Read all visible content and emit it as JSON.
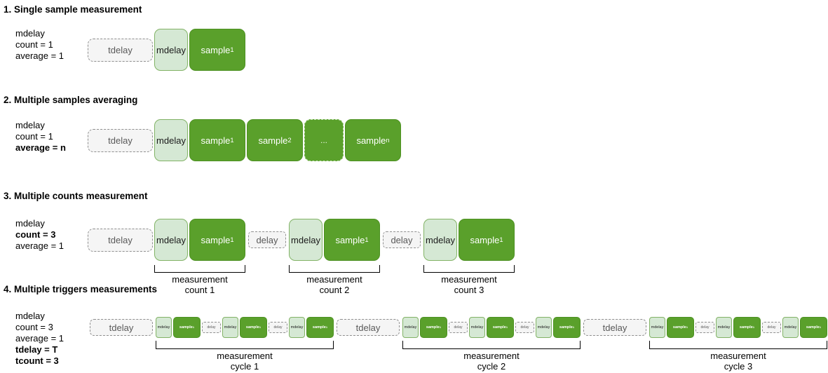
{
  "colors": {
    "sample_green": "#5aa02b",
    "sample_border": "#4d9122",
    "mdelay_green": "#d5e8d4",
    "mdelay_border": "#82b366",
    "delay_gray_fill": "#f5f5f5",
    "delay_gray_border": "#8f8f8f",
    "delay_text": "#595959"
  },
  "sections": [
    {
      "title": "1. Single sample measurement",
      "params": [
        {
          "text": "mdelay",
          "bold": false
        },
        {
          "text": "count = 1",
          "bold": false
        },
        {
          "text": "average = 1",
          "bold": false
        }
      ],
      "blocks": [
        {
          "type": "tdelay",
          "label": "tdelay"
        },
        {
          "type": "mdelay",
          "label": "mdelay"
        },
        {
          "type": "sample",
          "label": "sample",
          "sub": "1"
        }
      ]
    },
    {
      "title": "2. Multiple samples averaging",
      "params": [
        {
          "text": "mdelay",
          "bold": false
        },
        {
          "text": "count = 1",
          "bold": false
        },
        {
          "text": "average = n",
          "bold": true
        }
      ],
      "blocks": [
        {
          "type": "tdelay",
          "label": "tdelay"
        },
        {
          "type": "mdelay",
          "label": "mdelay"
        },
        {
          "type": "sample",
          "label": "sample",
          "sub": "1"
        },
        {
          "type": "sample",
          "label": "sample",
          "sub": "2"
        },
        {
          "type": "dots",
          "label": "..."
        },
        {
          "type": "sample",
          "label": "sample",
          "sub": "n"
        }
      ]
    },
    {
      "title": "3. Multiple counts measurement",
      "params": [
        {
          "text": "mdelay",
          "bold": false
        },
        {
          "text": "count = 3",
          "bold": true
        },
        {
          "text": "average = 1",
          "bold": false
        }
      ],
      "blocks": [
        {
          "type": "tdelay",
          "label": "tdelay"
        },
        {
          "type": "group",
          "bracket": [
            "measurement",
            "count 1"
          ],
          "children": [
            {
              "type": "mdelay",
              "label": "mdelay"
            },
            {
              "type": "sample",
              "label": "sample",
              "sub": "1"
            }
          ]
        },
        {
          "type": "delay",
          "label": "delay"
        },
        {
          "type": "group",
          "bracket": [
            "measurement",
            "count 2"
          ],
          "children": [
            {
              "type": "mdelay",
              "label": "mdelay"
            },
            {
              "type": "sample",
              "label": "sample",
              "sub": "1"
            }
          ]
        },
        {
          "type": "delay",
          "label": "delay"
        },
        {
          "type": "group",
          "bracket": [
            "measurement",
            "count 3"
          ],
          "children": [
            {
              "type": "mdelay",
              "label": "mdelay"
            },
            {
              "type": "sample",
              "label": "sample",
              "sub": "1"
            }
          ]
        }
      ]
    },
    {
      "title": "4. Multiple triggers measurements",
      "params": [
        {
          "text": "mdelay",
          "bold": false
        },
        {
          "text": "count = 3",
          "bold": false
        },
        {
          "text": "average = 1",
          "bold": false
        },
        {
          "text": "tdelay = T",
          "bold": true
        },
        {
          "text": "tcount = 3",
          "bold": true
        }
      ],
      "blocks": [
        {
          "type": "tdelay",
          "label": "tdelay"
        },
        {
          "type": "group",
          "bracket": [
            "measurement",
            "cycle 1"
          ],
          "children": [
            {
              "type": "mdelay",
              "label": "mdelay"
            },
            {
              "type": "sample",
              "label": "sample",
              "sub": "1"
            },
            {
              "type": "delay",
              "label": "delay"
            },
            {
              "type": "mdelay",
              "label": "mdelay"
            },
            {
              "type": "sample",
              "label": "sample",
              "sub": "1"
            },
            {
              "type": "delay",
              "label": "delay"
            },
            {
              "type": "mdelay",
              "label": "mdelay"
            },
            {
              "type": "sample",
              "label": "sample",
              "sub": "1"
            }
          ]
        },
        {
          "type": "tdelay",
          "label": "tdelay"
        },
        {
          "type": "group",
          "bracket": [
            "measurement",
            "cycle 2"
          ],
          "children": [
            {
              "type": "mdelay",
              "label": "mdelay"
            },
            {
              "type": "sample",
              "label": "sample",
              "sub": "1"
            },
            {
              "type": "delay",
              "label": "delay"
            },
            {
              "type": "mdelay",
              "label": "mdelay"
            },
            {
              "type": "sample",
              "label": "sample",
              "sub": "1"
            },
            {
              "type": "delay",
              "label": "delay"
            },
            {
              "type": "mdelay",
              "label": "mdelay"
            },
            {
              "type": "sample",
              "label": "sample",
              "sub": "1"
            }
          ]
        },
        {
          "type": "tdelay",
          "label": "tdelay"
        },
        {
          "type": "group",
          "bracket": [
            "measurement",
            "cycle 3"
          ],
          "children": [
            {
              "type": "mdelay",
              "label": "mdelay"
            },
            {
              "type": "sample",
              "label": "sample",
              "sub": "1"
            },
            {
              "type": "delay",
              "label": "delay"
            },
            {
              "type": "mdelay",
              "label": "mdelay"
            },
            {
              "type": "sample",
              "label": "sample",
              "sub": "1"
            },
            {
              "type": "delay",
              "label": "delay"
            },
            {
              "type": "mdelay",
              "label": "mdelay"
            },
            {
              "type": "sample",
              "label": "sample",
              "sub": "1"
            }
          ]
        }
      ]
    }
  ]
}
